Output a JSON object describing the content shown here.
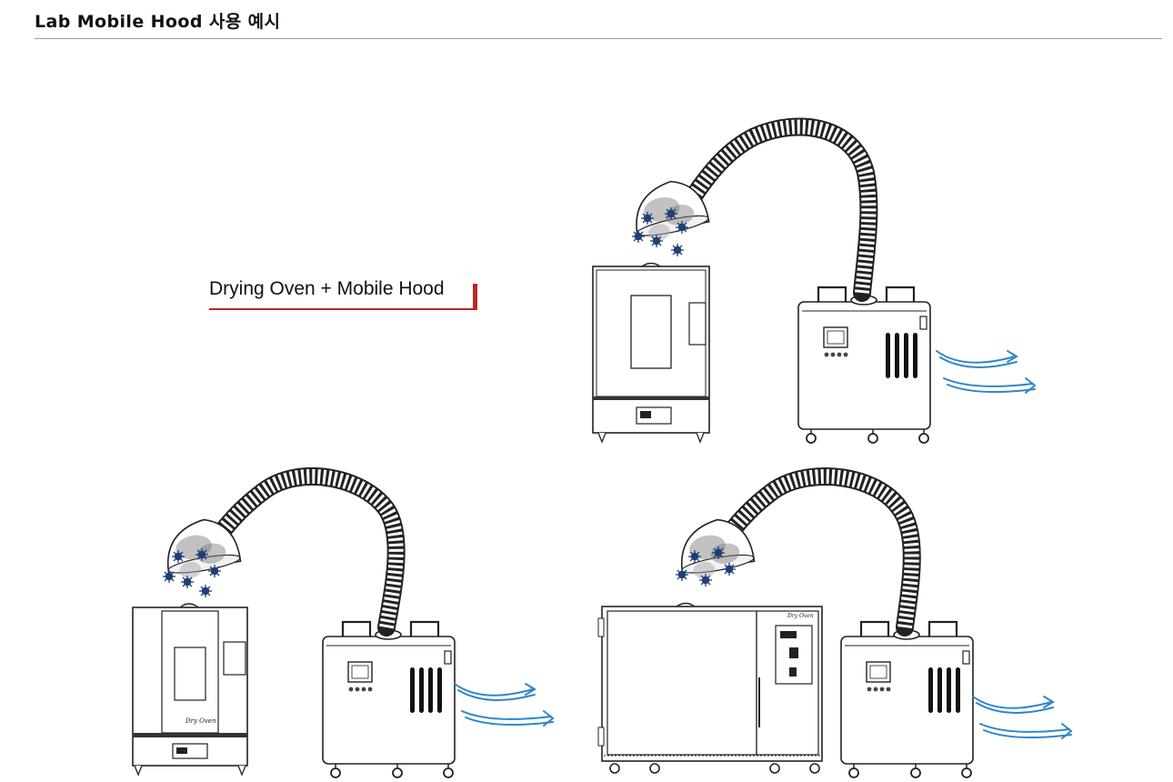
{
  "header": {
    "title": "Lab Mobile Hood 사용 예시"
  },
  "caption": {
    "text": "Drying Oven + Mobile Hood",
    "accent_color": "#b52a2a"
  },
  "colors": {
    "line": "#222222",
    "airflow": "#2f86c8",
    "virus": "#1f3f77",
    "smoke": "#8a8a8a"
  },
  "illustrations": [
    {
      "id": "top-right",
      "equipment": "drying-oven",
      "with": "mobile-hood"
    },
    {
      "id": "bottom-left",
      "equipment": "drying-oven",
      "with": "mobile-hood"
    },
    {
      "id": "bottom-right",
      "equipment": "large-oven",
      "with": "mobile-hood"
    }
  ],
  "equipment": {
    "brand_logo_text": "Dry Oven"
  }
}
